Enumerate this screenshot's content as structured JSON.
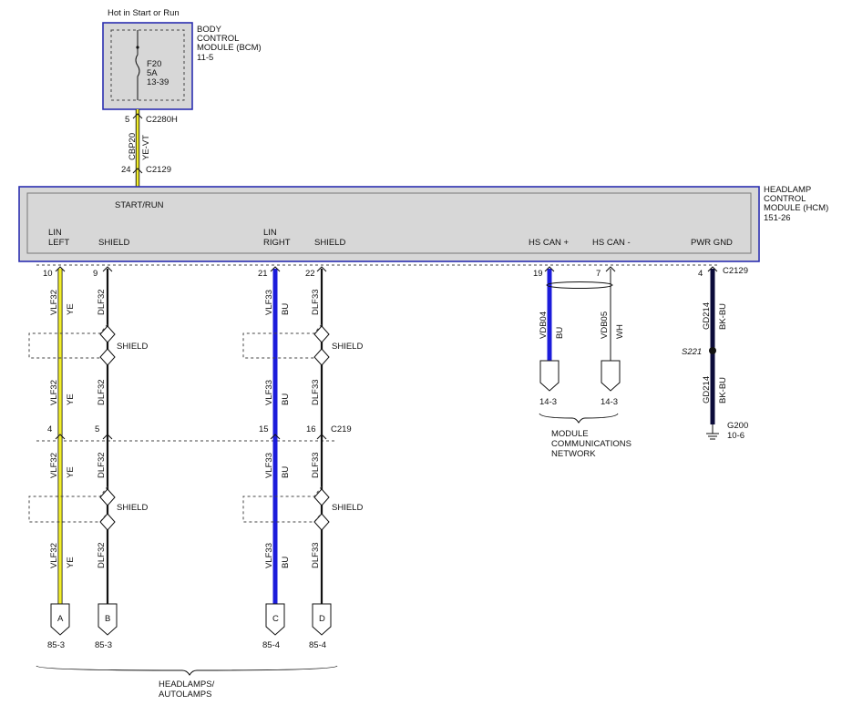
{
  "colors": {
    "module_border": "#2b2fb0",
    "wire_yellow": "#f3ef2a",
    "wire_blue": "#1c1cdb",
    "wire_black": "#111111",
    "wire_white": "#ffffff"
  },
  "bcm": {
    "supply_label": "Hot in Start or Run",
    "name_lines": [
      "BODY",
      "CONTROL",
      "MODULE (BCM)",
      "11-5"
    ],
    "fuse_lines": [
      "F20",
      "5A",
      "13-39"
    ],
    "upper_pin": "5",
    "upper_connector": "C2280H",
    "circuit": "CBP20",
    "wire_color": "YE-VT",
    "lower_pin": "24",
    "lower_connector": "C2129"
  },
  "hcm": {
    "name_lines": [
      "HEADLAMP",
      "CONTROL",
      "MODULE (HCM)",
      "151-26"
    ],
    "internal_label": "START/RUN",
    "terminals": {
      "lin_left": [
        "LIN",
        "LEFT"
      ],
      "shield_left": "SHIELD",
      "lin_right": [
        "LIN",
        "RIGHT"
      ],
      "shield_right": "SHIELD",
      "hs_can_plus": "HS CAN +",
      "hs_can_minus": "HS CAN -",
      "pwr_gnd": "PWR GND"
    },
    "connector": "C2129"
  },
  "wires": [
    {
      "key": "a_top",
      "pin": "10",
      "circuit": "VLF32",
      "color": "YE"
    },
    {
      "key": "b_top",
      "pin": "9",
      "circuit": "DLF32"
    },
    {
      "key": "c_top",
      "pin": "21",
      "circuit": "VLF33",
      "color": "BU"
    },
    {
      "key": "d_top",
      "pin": "22",
      "circuit": "DLF33"
    },
    {
      "key": "can_plus",
      "pin": "19",
      "circuit": "VDB04",
      "color": "BU"
    },
    {
      "key": "can_minus",
      "pin": "7",
      "circuit": "VDB05",
      "color": "WH"
    },
    {
      "key": "gnd_top",
      "pin": "4",
      "circuit": "GD214",
      "color": "BK-BU"
    }
  ],
  "lower_pins": {
    "a": "4",
    "b": "5",
    "c": "15",
    "d": "16",
    "connector": "C219"
  },
  "shield_label": "SHIELD",
  "splice": "S221",
  "ground": {
    "label": "G200",
    "page": "10-6",
    "circuit": "GD214",
    "color": "BK-BU"
  },
  "network": {
    "terminal_plus_page": "14-3",
    "terminal_minus_page": "14-3",
    "label_lines": [
      "MODULE",
      "COMMUNICATIONS",
      "NETWORK"
    ]
  },
  "lamp_terminals": [
    {
      "letter": "A",
      "page": "85-3"
    },
    {
      "letter": "B",
      "page": "85-3"
    },
    {
      "letter": "C",
      "page": "85-4"
    },
    {
      "letter": "D",
      "page": "85-4"
    }
  ],
  "lamp_group_label": [
    "HEADLAMPS/",
    "AUTOLAMPS"
  ]
}
